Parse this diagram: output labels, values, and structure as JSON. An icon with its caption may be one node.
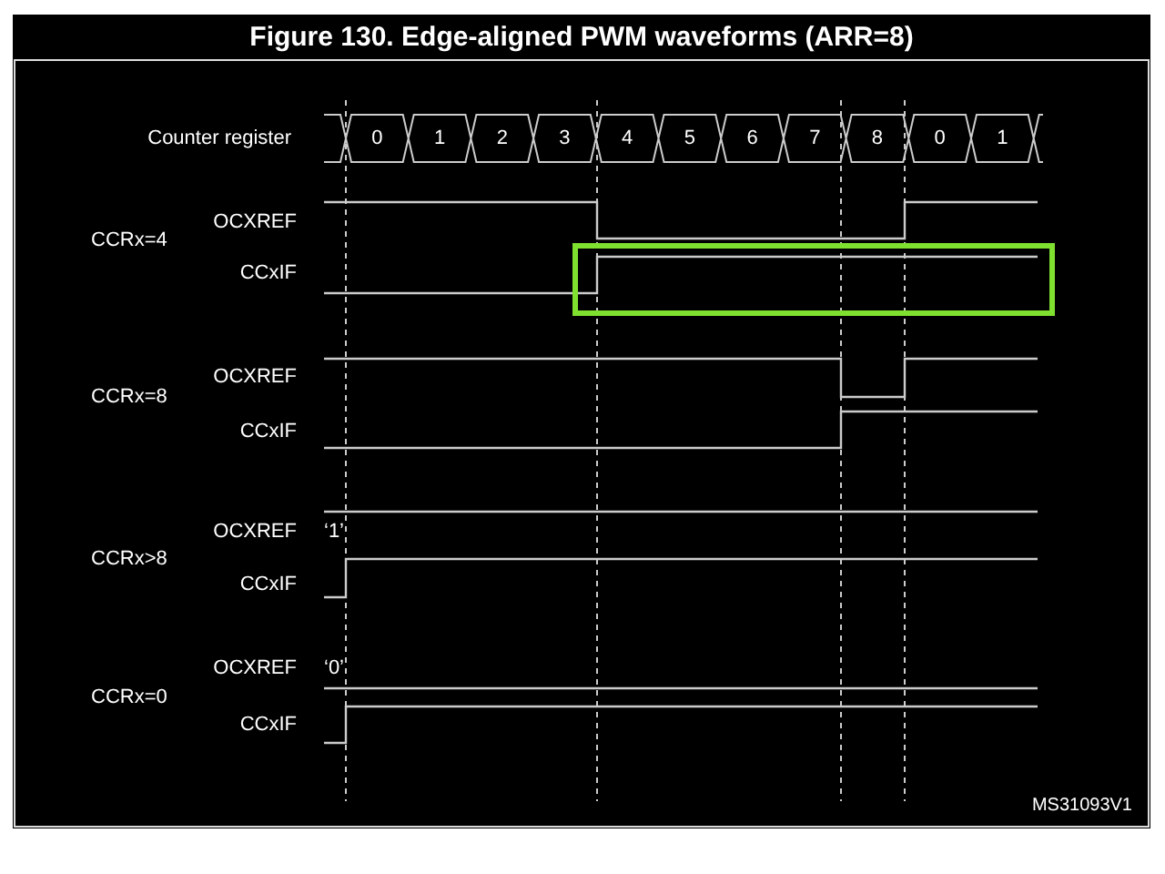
{
  "diagram": {
    "title": "Figure 130. Edge-aligned PWM waveforms (ARR=8)",
    "labels": [
      "Counter register",
      "0",
      "1",
      "2",
      "3",
      "4",
      "5",
      "6",
      "7",
      "8",
      "0",
      "1",
      "OCXREF",
      "CCRx=4",
      "CCxIF",
      "OCXREF",
      "CCRx=8",
      "CCxIF",
      "OCXREF",
      "‘1’",
      "CCRx>8",
      "CCxIF",
      "OCXREF",
      "‘0’",
      "CCRx=0",
      "CCxIF",
      "MS31093V1"
    ]
  }
}
